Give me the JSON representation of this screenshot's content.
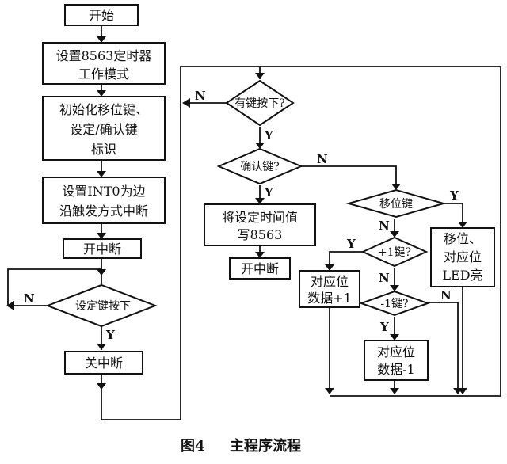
{
  "nodes": {
    "start": "开始",
    "set_timer_1": "设置8563定时器",
    "set_timer_2": "工作模式",
    "init_1": "初始化移位键、",
    "init_2": "设定/确认键",
    "init_3": "标识",
    "int0_1": "设置INT0为边",
    "int0_2": "沿触发方式中断",
    "enable_int_1": "开中断",
    "set_key_pressed": "设定键按下",
    "disable_int": "关中断",
    "any_key_pressed": "有键按下?",
    "confirm_key": "确认键?",
    "write_time_1": "将设定时间值",
    "write_time_2": "写8563",
    "enable_int_2": "开中断",
    "shift_key": "移位键",
    "shift_action_1": "移位、",
    "shift_action_2": "对应位",
    "shift_action_3": "LED亮",
    "plus_key": "+1键?",
    "plus_action_1": "对应位",
    "plus_action_2": "数据+1",
    "minus_key": "-1键?",
    "minus_action_1": "对应位",
    "minus_action_2": "数据-1"
  },
  "labels": {
    "yes": "Y",
    "no": "N"
  },
  "caption": {
    "figure_no": "图4",
    "title": "主程序流程"
  }
}
